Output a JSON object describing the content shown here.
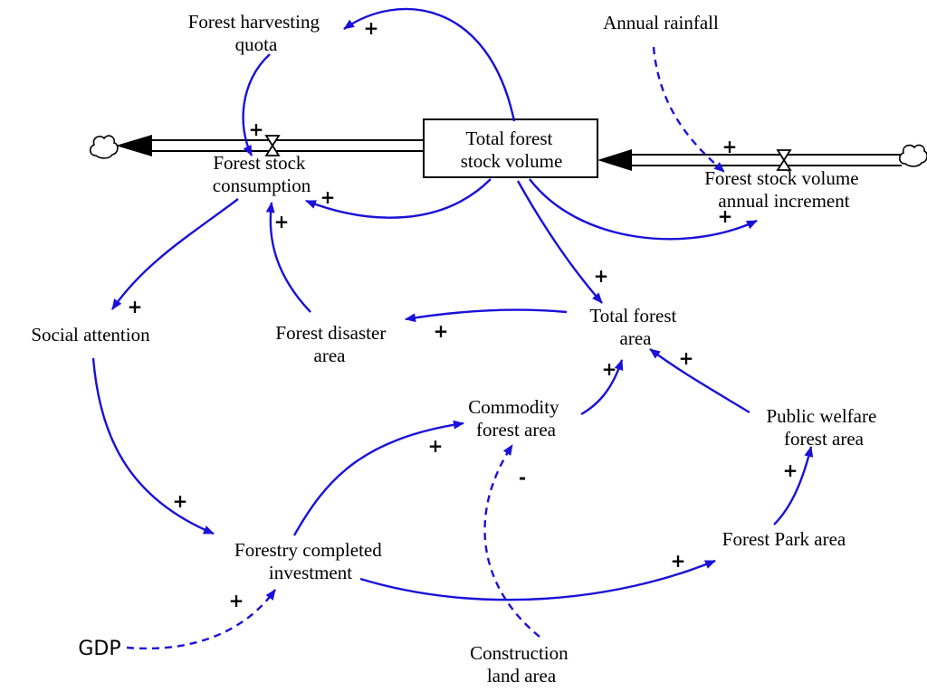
{
  "colors": {
    "link": "#1a10d8",
    "text": "#000000",
    "pipe": "#000000"
  },
  "variables": {
    "harvest_quota": [
      "Forest harvesting",
      "quota"
    ],
    "annual_rainfall": [
      "Annual rainfall"
    ],
    "total_stock": [
      "Total forest",
      "stock volume"
    ],
    "stock_consumption": [
      "Forest stock",
      "consumption"
    ],
    "stock_increment": [
      "Forest stock volume",
      "annual increment"
    ],
    "social_attention": [
      "Social attention"
    ],
    "disaster_area": [
      "Forest disaster",
      "area"
    ],
    "total_area": [
      "Total forest",
      "area"
    ],
    "commodity_area": [
      "Commodity",
      "forest area"
    ],
    "public_welfare_area": [
      "Public welfare",
      "forest area"
    ],
    "investment": [
      "Forestry completed",
      "investment"
    ],
    "park_area": [
      "Forest Park area"
    ],
    "gdp": [
      "GDP"
    ],
    "construction_area": [
      "Construction",
      "land area"
    ]
  },
  "links": [
    {
      "id": "stock-to-quota",
      "polarity": "+",
      "style": "solid"
    },
    {
      "id": "quota-to-consumption",
      "polarity": "+",
      "style": "solid"
    },
    {
      "id": "stock-to-consumption",
      "polarity": "+",
      "style": "solid"
    },
    {
      "id": "disaster-to-consumption",
      "polarity": "+",
      "style": "solid"
    },
    {
      "id": "rainfall-to-increment",
      "polarity": "+",
      "style": "dashed"
    },
    {
      "id": "stock-to-increment",
      "polarity": "+",
      "style": "solid"
    },
    {
      "id": "stock-to-total-area",
      "polarity": "+",
      "style": "solid"
    },
    {
      "id": "total-area-to-disaster",
      "polarity": "+",
      "style": "solid"
    },
    {
      "id": "consumption-to-social",
      "polarity": "+",
      "style": "solid"
    },
    {
      "id": "social-to-investment",
      "polarity": "+",
      "style": "solid"
    },
    {
      "id": "investment-to-commodity",
      "polarity": "+",
      "style": "solid"
    },
    {
      "id": "commodity-to-total-area",
      "polarity": "+",
      "style": "solid"
    },
    {
      "id": "welfare-to-total-area",
      "polarity": "+",
      "style": "solid"
    },
    {
      "id": "investment-to-park",
      "polarity": "+",
      "style": "solid"
    },
    {
      "id": "park-to-welfare",
      "polarity": "+",
      "style": "solid"
    },
    {
      "id": "gdp-to-investment",
      "polarity": "+",
      "style": "dashed"
    },
    {
      "id": "construction-to-commodity",
      "polarity": "-",
      "style": "dashed"
    }
  ]
}
